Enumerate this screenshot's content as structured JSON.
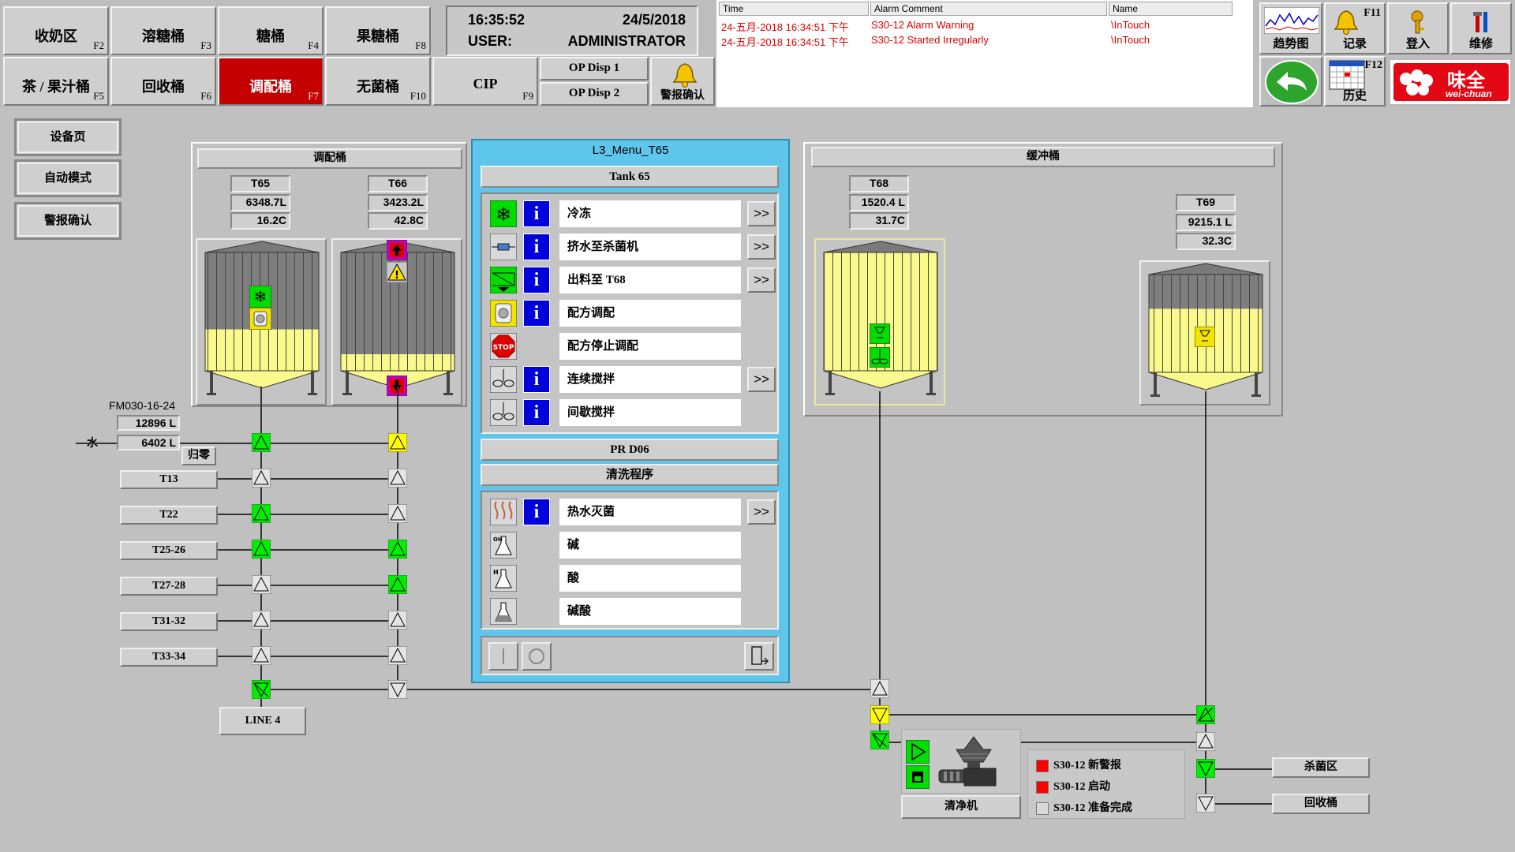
{
  "nav": {
    "row1": [
      {
        "label": "收奶区",
        "key": "F2"
      },
      {
        "label": "溶糖桶",
        "key": "F3"
      },
      {
        "label": "糖桶",
        "key": "F4"
      },
      {
        "label": "果糖桶",
        "key": "F8"
      }
    ],
    "row2": [
      {
        "label": "茶 / 果汁桶",
        "key": "F5"
      },
      {
        "label": "回收桶",
        "key": "F6"
      },
      {
        "label": "调配桶",
        "key": "F7"
      },
      {
        "label": "无菌桶",
        "key": "F10"
      },
      {
        "label": "CIP",
        "key": "F9"
      }
    ],
    "op1": "OP Disp 1",
    "op2": "OP Disp 2",
    "ack": "警报确认"
  },
  "status": {
    "time": "16:35:52",
    "date": "24/5/2018",
    "user_label": "USER:",
    "user": "ADMINISTRATOR"
  },
  "alarm": {
    "headers": [
      "Time",
      "Alarm Comment",
      "Name"
    ],
    "rows": [
      {
        "time": "24-五月-2018 16:34:51 下午",
        "comment": "S30-12 Alarm Warning",
        "name": "\\InTouch"
      },
      {
        "time": "24-五月-2018 16:34:51 下午",
        "comment": "S30-12 Started Irregularly",
        "name": "\\InTouch"
      }
    ]
  },
  "right_buttons": {
    "trend": "趋势图",
    "record": "记录",
    "record_key": "F11",
    "login": "登入",
    "maint": "维修",
    "history": "历史",
    "history_key": "F12",
    "logo_cn": "味全",
    "logo_en": "wei-chuan"
  },
  "side": {
    "equip": "设备页",
    "auto": "自动模式",
    "ack": "警报确认"
  },
  "blend": {
    "title": "调配桶",
    "t65": {
      "name": "T65",
      "vol": "6348.7L",
      "temp": "16.2C",
      "level_pct": 35
    },
    "t66": {
      "name": "T66",
      "vol": "3423.2L",
      "temp": "42.8C",
      "level_pct": 14
    },
    "meter": {
      "name": "FM030-16-24",
      "total": "12896 L",
      "value": "6402 L",
      "water": "水",
      "reset": "归零"
    },
    "lines": [
      "T13",
      "T22",
      "T25-26",
      "T27-28",
      "T31-32",
      "T33-34"
    ],
    "line4": "LINE 4"
  },
  "buffer": {
    "title": "缓冲桶",
    "t68": {
      "name": "T68",
      "vol": "1520.4 L",
      "temp": "31.7C",
      "level_pct": 100
    },
    "t69": {
      "name": "T69",
      "vol": "9215.1 L",
      "temp": "32.3C",
      "level_pct": 65
    }
  },
  "menu": {
    "title": "L3_Menu_T65",
    "tank": "Tank 65",
    "items": [
      "冷冻",
      "挤水至杀菌机",
      "出料至 T68",
      "配方调配",
      "配方停止调配",
      "连续搅拌",
      "间歇搅拌"
    ],
    "pr": "PR D06",
    "cip_title": "清洗程序",
    "cip_items": [
      "热水灭菌",
      "碱",
      "酸",
      "碱酸"
    ],
    "more": ">>"
  },
  "separator": {
    "label": "清净机"
  },
  "legend": [
    "S30-12 新警报",
    "S30-12 启动",
    "S30-12 准备完成"
  ],
  "outlets": {
    "sterile": "杀菌区",
    "recycle": "回收桶"
  },
  "colors": {
    "active_tab": "#c40000",
    "tank_fill": "#fafa8c",
    "valve_green": "#00ee00",
    "valve_yellow": "#ffff00",
    "menu_bg": "#5ec6ea",
    "info_blue": "#0000dd"
  }
}
